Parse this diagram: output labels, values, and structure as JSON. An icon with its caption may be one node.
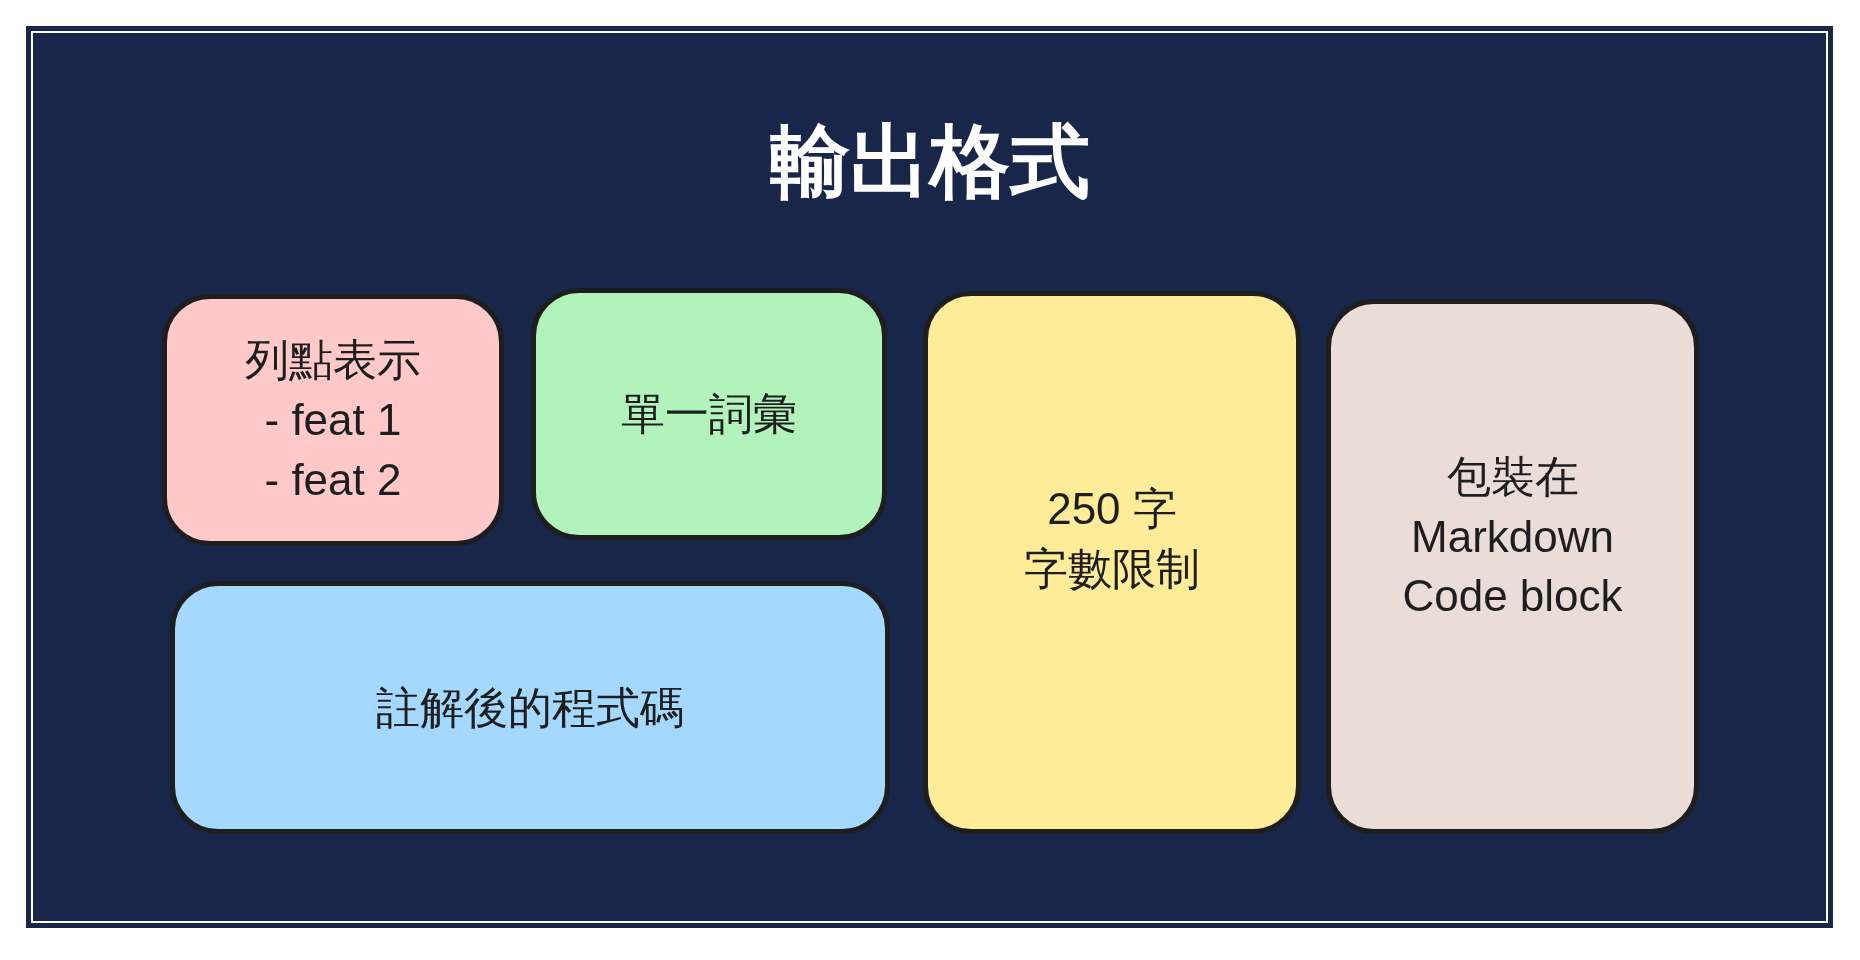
{
  "diagram": {
    "nodes": [
      {
        "text": [
          "輸出格式"
        ]
      },
      {
        "text": [
          "列點表示",
          "- feat 1",
          "- feat 2"
        ],
        "in": 0
      },
      {
        "text": [
          "單一詞彙"
        ],
        "in": 0
      },
      {
        "text": [
          "250 字",
          "字數限制"
        ],
        "in": 0
      },
      {
        "text": [
          "包裝在",
          "Markdown Code block"
        ],
        "in": 0
      },
      {
        "text": [
          "註解後的程式碼"
        ],
        "in": 0
      }
    ]
  }
}
